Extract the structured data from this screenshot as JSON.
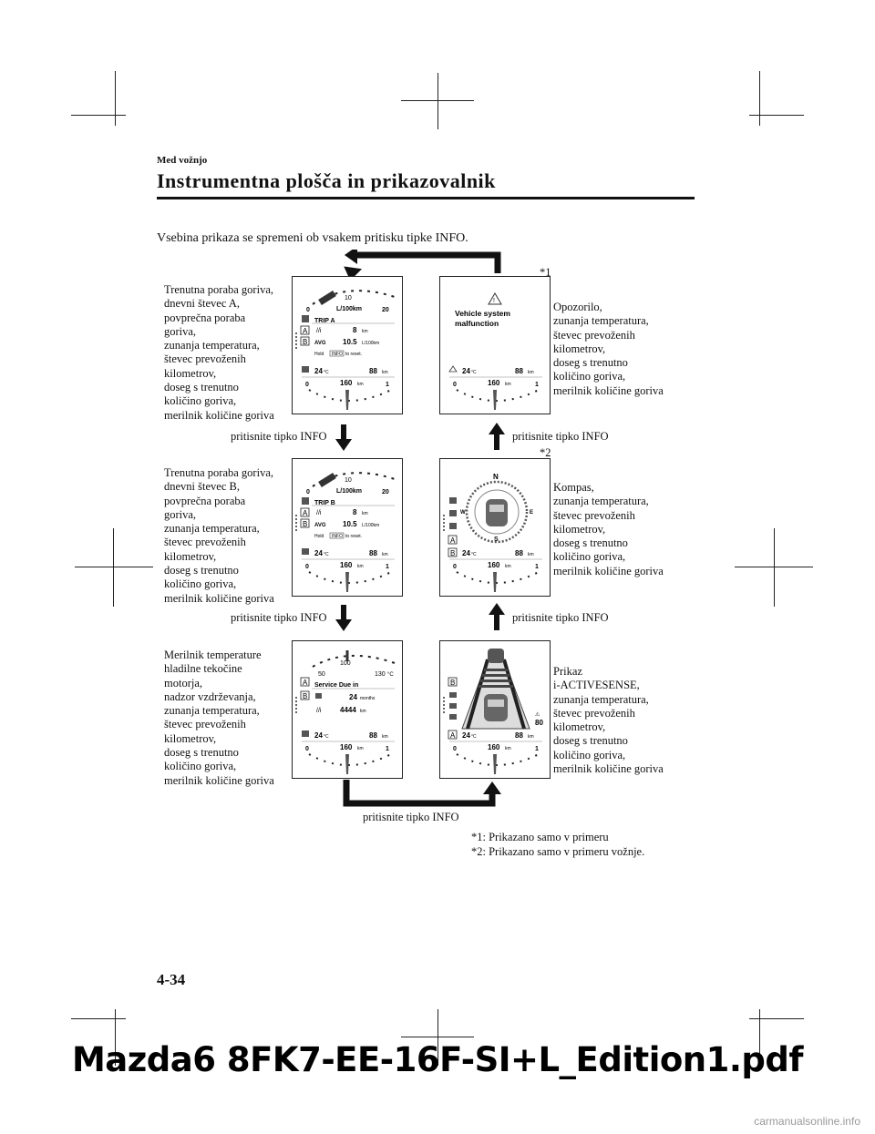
{
  "header": {
    "section": "Med vožnjo",
    "title": "Instrumentna plošča in prikazovalnik"
  },
  "intro": "Vsebina prikaza se spremeni ob vsakem pritisku tipke INFO.",
  "descriptions": {
    "left1": [
      "Trenutna poraba goriva,",
      "dnevni števec A,",
      "povprečna poraba",
      "goriva,",
      "zunanja temperatura,",
      "števec prevoženih",
      "kilometrov,",
      "doseg s trenutno",
      "količino goriva,",
      "merilnik količine goriva"
    ],
    "left2": [
      "Trenutna poraba goriva,",
      "dnevni števec B,",
      "povprečna poraba",
      "goriva,",
      "zunanja temperatura,",
      "števec prevoženih",
      "kilometrov,",
      "doseg s trenutno",
      "količino goriva,",
      "merilnik količine goriva"
    ],
    "left3": [
      "Merilnik temperature",
      "hladilne tekočine",
      "motorja,",
      "nadzor vzdrževanja,",
      "zunanja temperatura,",
      "števec prevoženih",
      "kilometrov,",
      "doseg s trenutno",
      "količino goriva,",
      "merilnik količine goriva"
    ],
    "right1": [
      "Opozorilo,",
      "zunanja temperatura,",
      "števec prevoženih",
      "kilometrov,",
      "doseg s trenutno",
      "količino goriva,",
      "merilnik količine goriva"
    ],
    "right2": [
      "Kompas,",
      "zunanja temperatura,",
      "števec prevoženih",
      "kilometrov,",
      "doseg s trenutno",
      "količino goriva,",
      "merilnik količine goriva"
    ],
    "right3": [
      "Prikaz",
      "i-ACTIVESENSE,",
      "zunanja temperatura,",
      "števec prevoženih",
      "kilometrov,",
      "doseg s trenutno",
      "količino goriva,",
      "merilnik količine goriva"
    ]
  },
  "press_label": "pritisnite tipko INFO",
  "notes": {
    "n1": "*1",
    "n2": "*2"
  },
  "footnotes": [
    "*1: Prikazano samo v primeru",
    "*2: Prikazano samo v primeru vožnje."
  ],
  "page_number": "4-34",
  "banner": "Mazda6 8FK7-EE-16F-SI+L_Edition1.pdf",
  "watermark": "carmanualsonline.info",
  "panels": {
    "trip_a": {
      "label": "TRIP A",
      "scale_top": "10",
      "scale_left": "0",
      "scale_right": "20",
      "unit": "L/100km",
      "trip": "8",
      "trip_unit": "km",
      "avg_label": "AVG",
      "avg": "10.5",
      "avg_unit": "L/100km",
      "hold": "Hold",
      "info": "INFO",
      "reset": "to reset.",
      "temp": "24",
      "odo": "88",
      "odo_unit": "km",
      "range": "160",
      "range_unit": "km",
      "fuel_left": "0",
      "fuel_right": "1"
    },
    "trip_b": {
      "label": "TRIP B",
      "scale_top": "10",
      "scale_left": "0",
      "scale_right": "20",
      "unit": "L/100km",
      "trip": "8",
      "trip_unit": "km",
      "avg_label": "AVG",
      "avg": "10.5",
      "avg_unit": "L/100km",
      "hold": "Hold",
      "info": "INFO",
      "reset": "to reset.",
      "temp": "24",
      "odo": "88",
      "odo_unit": "km",
      "range": "160",
      "range_unit": "km",
      "fuel_left": "0",
      "fuel_right": "1"
    },
    "service": {
      "label": "Service Due in",
      "scale_top": "100",
      "scale_left": "50",
      "scale_right": "130",
      "months": "24",
      "months_unit": "months",
      "dist": "4444",
      "dist_unit": "km",
      "temp": "24",
      "odo": "88",
      "odo_unit": "km",
      "range": "160",
      "range_unit": "km",
      "fuel_left": "0",
      "fuel_right": "1"
    },
    "warning": {
      "line1": "Vehicle system",
      "line2": "malfunction",
      "temp": "24",
      "odo": "88",
      "odo_unit": "km",
      "range": "160",
      "range_unit": "km",
      "fuel_left": "0",
      "fuel_right": "1"
    },
    "compass": {
      "n": "N",
      "s": "S",
      "e": "E",
      "w": "W",
      "temp": "24",
      "odo": "88",
      "odo_unit": "km",
      "range": "160",
      "range_unit": "km",
      "fuel_left": "0",
      "fuel_right": "1"
    },
    "active": {
      "speed": "80",
      "temp": "24",
      "odo": "88",
      "odo_unit": "km",
      "range": "160",
      "range_unit": "km",
      "fuel_left": "0",
      "fuel_right": "1"
    }
  },
  "letters": {
    "a": "A",
    "b": "B",
    "deg": "°C"
  }
}
